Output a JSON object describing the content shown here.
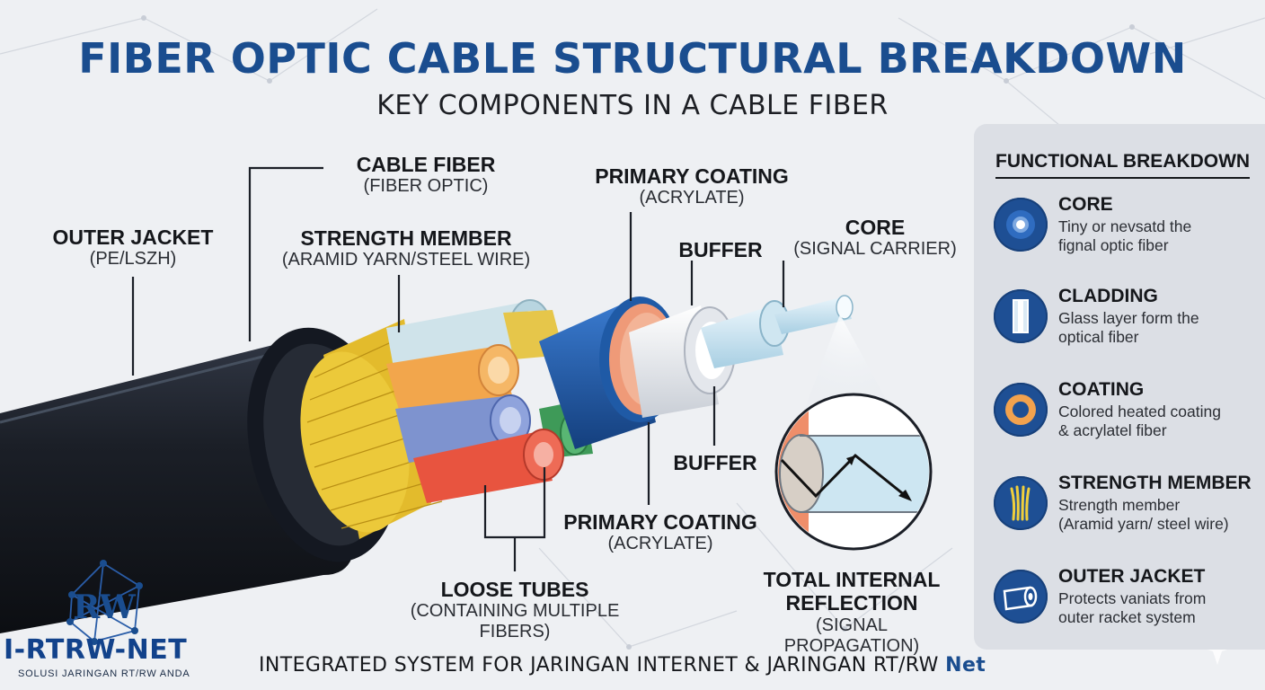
{
  "header": {
    "title": "FIBER OPTIC CABLE STRUCTURAL BREAKDOWN",
    "subtitle": "KEY COMPONENTS IN A CABLE FIBER"
  },
  "labels": {
    "cable_fiber": {
      "name": "CABLE FIBER",
      "detail": "(FIBER OPTIC)"
    },
    "outer_jacket": {
      "name": "OUTER JACKET",
      "detail": "(PE/LSZH)"
    },
    "strength_member": {
      "name": "STRENGTH MEMBER",
      "detail": "(ARAMID YARN/STEEL WIRE)"
    },
    "primary_coating_top": {
      "name": "PRIMARY COATING",
      "detail": "(ACRYLATE)"
    },
    "buffer_top": {
      "name": "BUFFER"
    },
    "core": {
      "name": "CORE",
      "detail": "(SIGNAL CARRIER)"
    },
    "buffer_bottom": {
      "name": "BUFFER"
    },
    "primary_coating_bottom": {
      "name": "PRIMARY COATING",
      "detail": "(ACRYLATE)"
    },
    "loose_tubes": {
      "name": "LOOSE TUBES",
      "detail": "(CONTAINING MULTIPLE FIBERS)"
    },
    "tir": {
      "name_line1": "TOTAL INTERNAL",
      "name_line2": "REFLECTION",
      "detail": "(SIGNAL PROPAGATION)"
    }
  },
  "panel": {
    "title": "FUNCTIONAL BREAKDOWN",
    "items": [
      {
        "name": "CORE",
        "line1": "Tiny or nevsatd the",
        "line2": "fignal optic fiber",
        "icon": "core-icon"
      },
      {
        "name": "CLADDING",
        "line1": "Glass layer form the",
        "line2": "optical fiber",
        "icon": "cladding-icon"
      },
      {
        "name": "COATING",
        "line1": "Colored heated coating",
        "line2": "& acrylatel fiber",
        "icon": "coating-icon"
      },
      {
        "name": "STRENGTH MEMBER",
        "line1": "Strength member",
        "line2": "(Aramid yarn/ steel wire)",
        "icon": "strength-member-icon"
      },
      {
        "name": "OUTER JACKET",
        "line1": "Protects vaniats from",
        "line2": "outer racket system",
        "icon": "outer-jacket-icon"
      }
    ]
  },
  "brand": {
    "logo_mark": "RW",
    "name": "I-RTRW-NET",
    "tagline": "SOLUSI JARINGAN RT/RW ANDA"
  },
  "footer": {
    "text": "INTEGRATED SYSTEM FOR JARINGAN INTERNET & JARINGAN RT/RW",
    "highlight": "Net"
  },
  "colors": {
    "title_blue": "#1a4d8f",
    "jacket_black": "#1b1f27",
    "aramid_yellow": "#ecc93a",
    "tube_orange": "#f2a64c",
    "tube_blue": "#6f86c9",
    "tube_red": "#e8543f",
    "tube_green": "#3e9a58",
    "coating_blue": "#1f5aa6",
    "panel_icon_blue": "#1e4f94"
  }
}
